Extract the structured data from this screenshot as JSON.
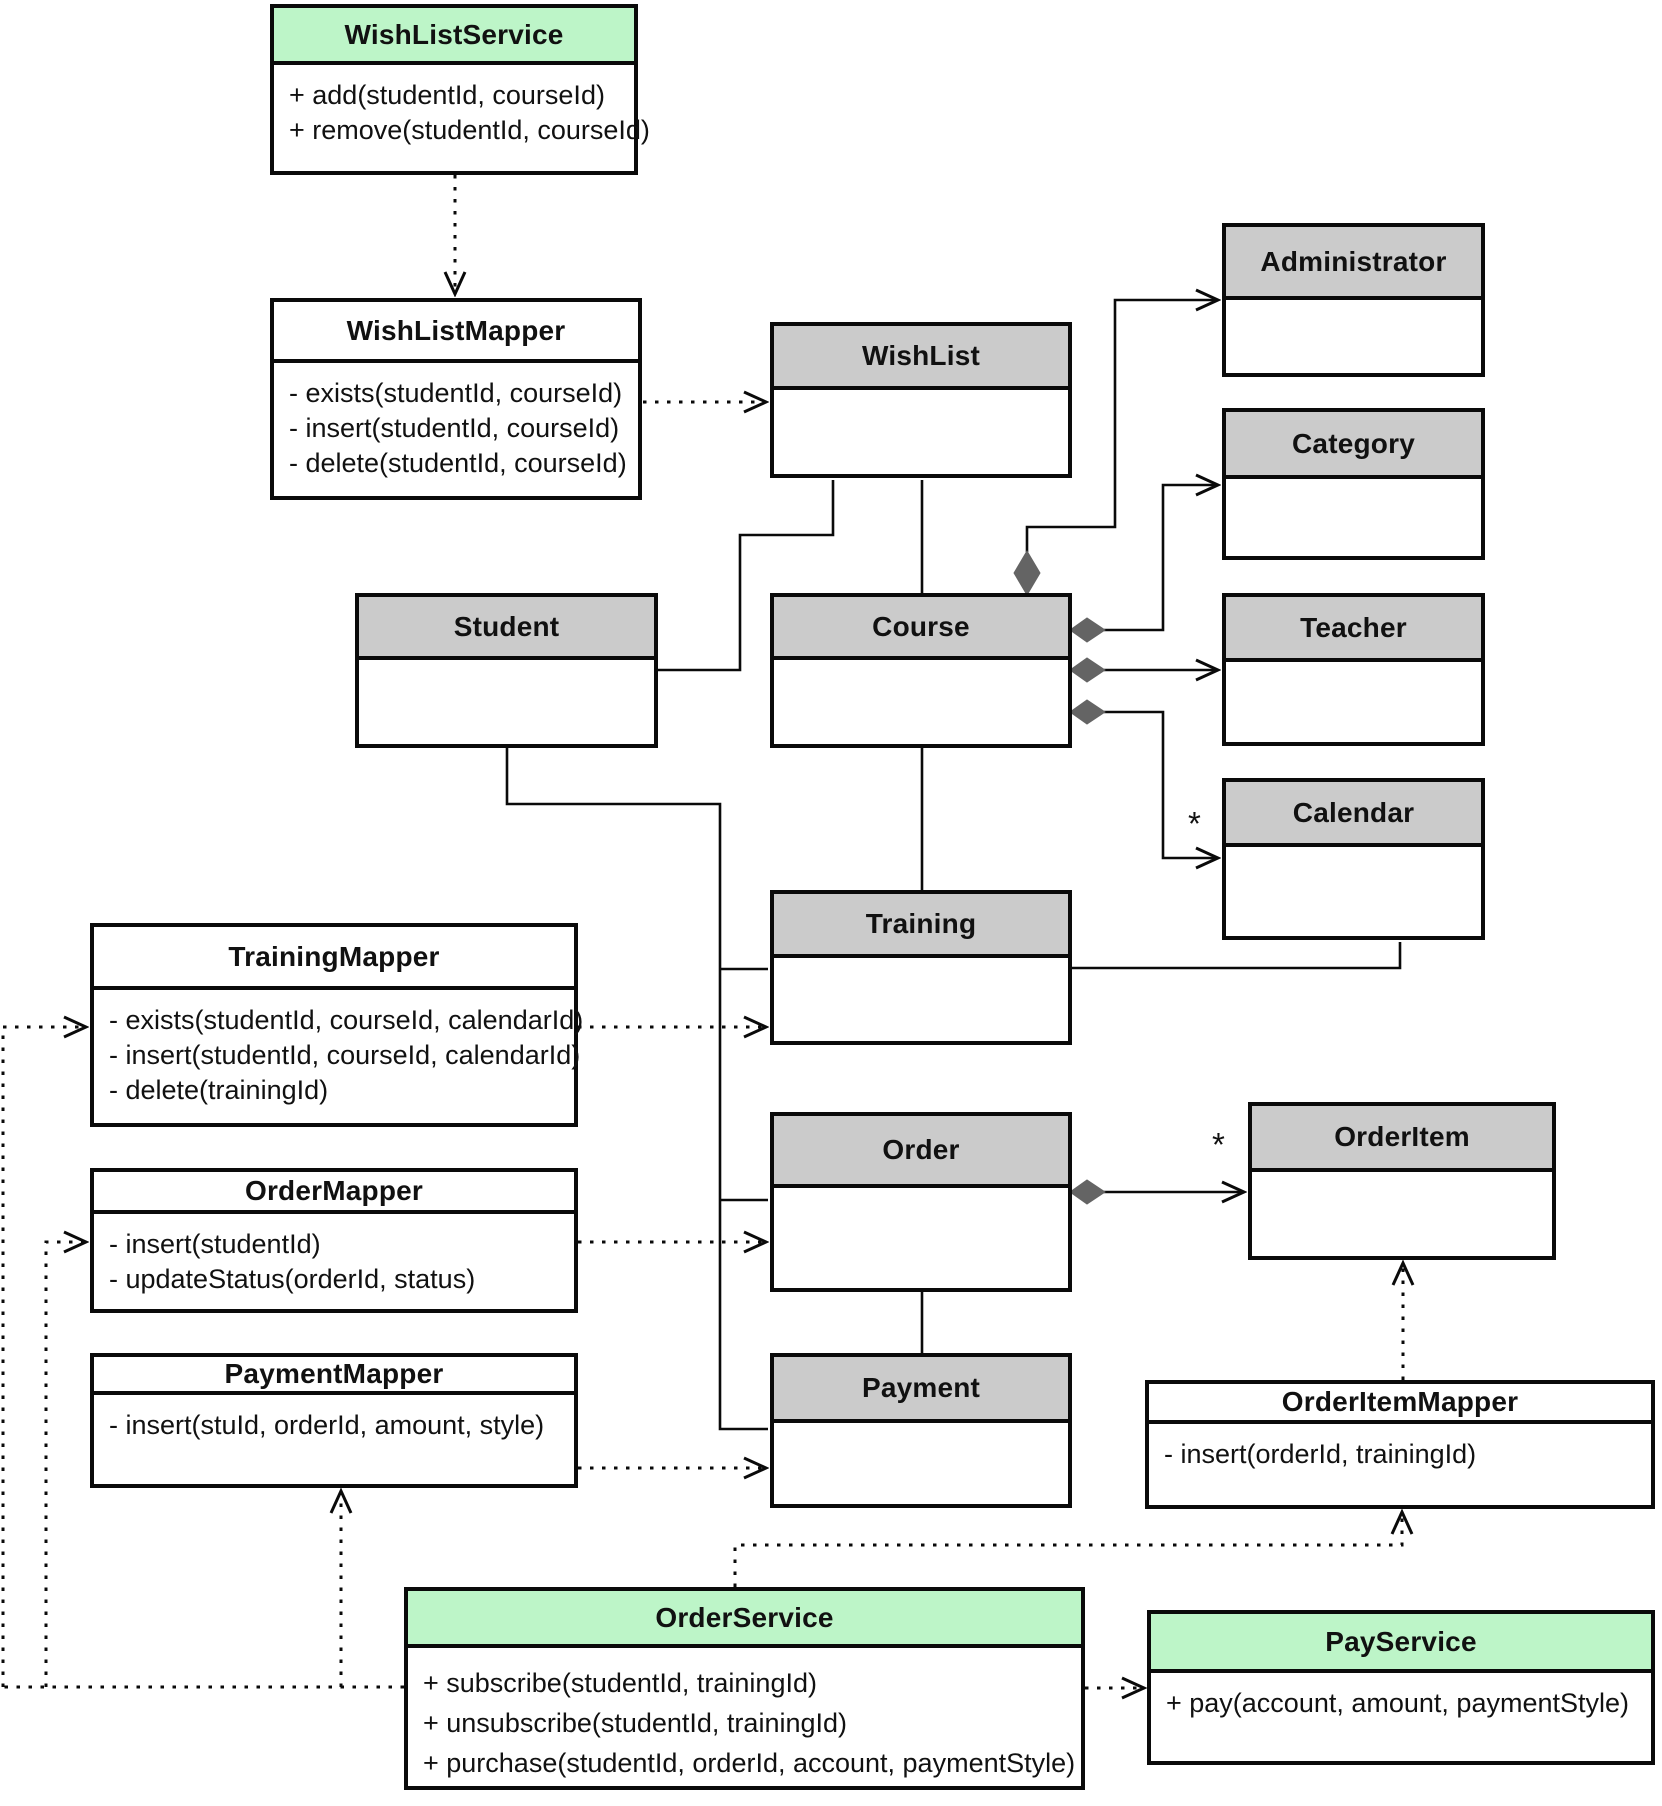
{
  "diagram": {
    "classes": {
      "wishListService": {
        "name": "WishListService",
        "methods": [
          "+ add(studentId, courseId)",
          "+ remove(studentId, courseId)"
        ]
      },
      "wishListMapper": {
        "name": "WishListMapper",
        "methods": [
          "- exists(studentId, courseId)",
          "- insert(studentId, courseId)",
          "- delete(studentId, courseId)"
        ]
      },
      "wishList": {
        "name": "WishList",
        "methods": []
      },
      "administrator": {
        "name": "Administrator",
        "methods": []
      },
      "category": {
        "name": "Category",
        "methods": []
      },
      "student": {
        "name": "Student",
        "methods": []
      },
      "course": {
        "name": "Course",
        "methods": []
      },
      "teacher": {
        "name": "Teacher",
        "methods": []
      },
      "calendar": {
        "name": "Calendar",
        "methods": []
      },
      "training": {
        "name": "Training",
        "methods": []
      },
      "trainingMapper": {
        "name": "TrainingMapper",
        "methods": [
          "- exists(studentId, courseId, calendarId)",
          "- insert(studentId, courseId, calendarId)",
          "- delete(trainingId)"
        ]
      },
      "order": {
        "name": "Order",
        "methods": []
      },
      "orderItem": {
        "name": "OrderItem",
        "methods": []
      },
      "orderMapper": {
        "name": "OrderMapper",
        "methods": [
          "- insert(studentId)",
          "- updateStatus(orderId, status)"
        ]
      },
      "paymentMapper": {
        "name": "PaymentMapper",
        "methods": [
          "- insert(stuId, orderId, amount, style)"
        ]
      },
      "payment": {
        "name": "Payment",
        "methods": []
      },
      "orderItemMapper": {
        "name": "OrderItemMapper",
        "methods": [
          "- insert(orderId, trainingId)"
        ]
      },
      "orderService": {
        "name": "OrderService",
        "methods": [
          "+ subscribe(studentId, trainingId)",
          "+ unsubscribe(studentId, trainingId)",
          "+ purchase(studentId, orderId, account, paymentStyle)"
        ]
      },
      "payService": {
        "name": "PayService",
        "methods": [
          "+ pay(account, amount, paymentStyle)"
        ]
      }
    },
    "labels": {
      "calendar_multiplicity": "*",
      "orderitem_multiplicity": "*"
    },
    "colors": {
      "service_header": "#bdf5c8",
      "entity_header": "#cbcbcb",
      "mapper_header": "#ffffff",
      "border": "#0a0a0a",
      "diamond": "#646464"
    }
  }
}
